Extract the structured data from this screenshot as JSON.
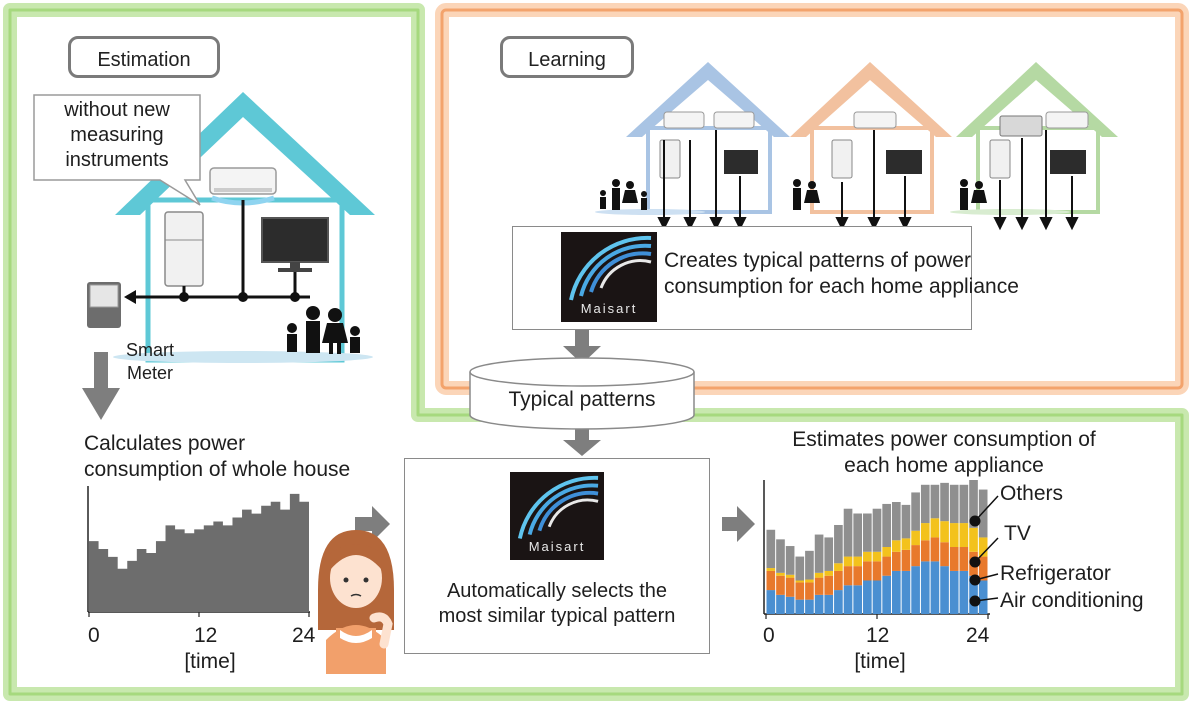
{
  "estimation": {
    "tag": "Estimation",
    "callout_lines": [
      "without new",
      "measuring",
      "instruments"
    ],
    "smart_meter_lines": [
      "Smart",
      "Meter"
    ],
    "calc_lines": [
      "Calculates power",
      "consumption of whole house"
    ],
    "axis_ticks": [
      "0",
      "12",
      "24"
    ],
    "axis_unit": "[time]"
  },
  "learning": {
    "tag": "Learning",
    "creates_lines": [
      "Creates typical patterns of power",
      "consumption for each home appliance"
    ]
  },
  "typical_patterns": "Typical patterns",
  "logo": {
    "text": "Maisart"
  },
  "selects_lines": [
    "Automatically selects the",
    "most similar typical pattern"
  ],
  "result": {
    "title_lines": [
      "Estimates power consumption of",
      "each home appliance"
    ],
    "legend": [
      "Others",
      "TV",
      "Refrigerator",
      "Air conditioning"
    ],
    "axis_ticks": [
      "0",
      "12",
      "24"
    ],
    "axis_unit": "[time]"
  },
  "colors": {
    "estimation_border": "#b9e29a",
    "learning_border": "#f6bc93",
    "house_estimation": "#5ec8d6",
    "house_blue": "#a9c4e4",
    "house_orange": "#f2c19f",
    "house_green": "#b5d9a3",
    "whole_house_bars": "#6d6d6d",
    "others": "#8f8f8f",
    "tv": "#f3c21c",
    "refrigerator": "#e8792c",
    "air_conditioning": "#4a8fd1"
  },
  "chart_data": [
    {
      "type": "bar",
      "title": "Calculates power consumption of whole house",
      "xlabel": "[time]",
      "x_ticks": [
        0,
        12,
        24
      ],
      "values": [
        9,
        8,
        7,
        5.5,
        6.5,
        8,
        7.5,
        9,
        11,
        10.5,
        10,
        10.5,
        11,
        11.5,
        11,
        12,
        13,
        12.5,
        13.5,
        14,
        13,
        15,
        14
      ]
    },
    {
      "type": "bar",
      "stacked": true,
      "title": "Estimates power consumption of each home appliance",
      "xlabel": "[time]",
      "x_ticks": [
        0,
        12,
        24
      ],
      "series": [
        {
          "name": "Air conditioning",
          "values": [
            2.5,
            2,
            1.8,
            1.5,
            1.5,
            2,
            2,
            2.5,
            3,
            3,
            3.5,
            3.5,
            4,
            4.5,
            4.5,
            5,
            5.5,
            5.5,
            5,
            4.5,
            4.5,
            4,
            3.5
          ]
        },
        {
          "name": "Refrigerator",
          "values": [
            2,
            2,
            2,
            1.8,
            1.8,
            1.8,
            2,
            2,
            2,
            2,
            2,
            2,
            2,
            2,
            2.2,
            2.2,
            2.2,
            2.5,
            2.5,
            2.5,
            2.5,
            2.5,
            2.5
          ]
        },
        {
          "name": "TV",
          "values": [
            0.3,
            0.3,
            0.3,
            0.2,
            0.3,
            0.5,
            0.5,
            0.8,
            1,
            1,
            1,
            1,
            1,
            1.2,
            1.2,
            1.5,
            1.8,
            2,
            2.2,
            2.5,
            2.5,
            2.5,
            2
          ]
        },
        {
          "name": "Others",
          "values": [
            4,
            3.5,
            3,
            2.5,
            3,
            4,
            3.5,
            4,
            5,
            4.5,
            4,
            4.5,
            4.5,
            4,
            3.5,
            4,
            4,
            3.5,
            4,
            4,
            4,
            5,
            5
          ]
        }
      ]
    }
  ]
}
